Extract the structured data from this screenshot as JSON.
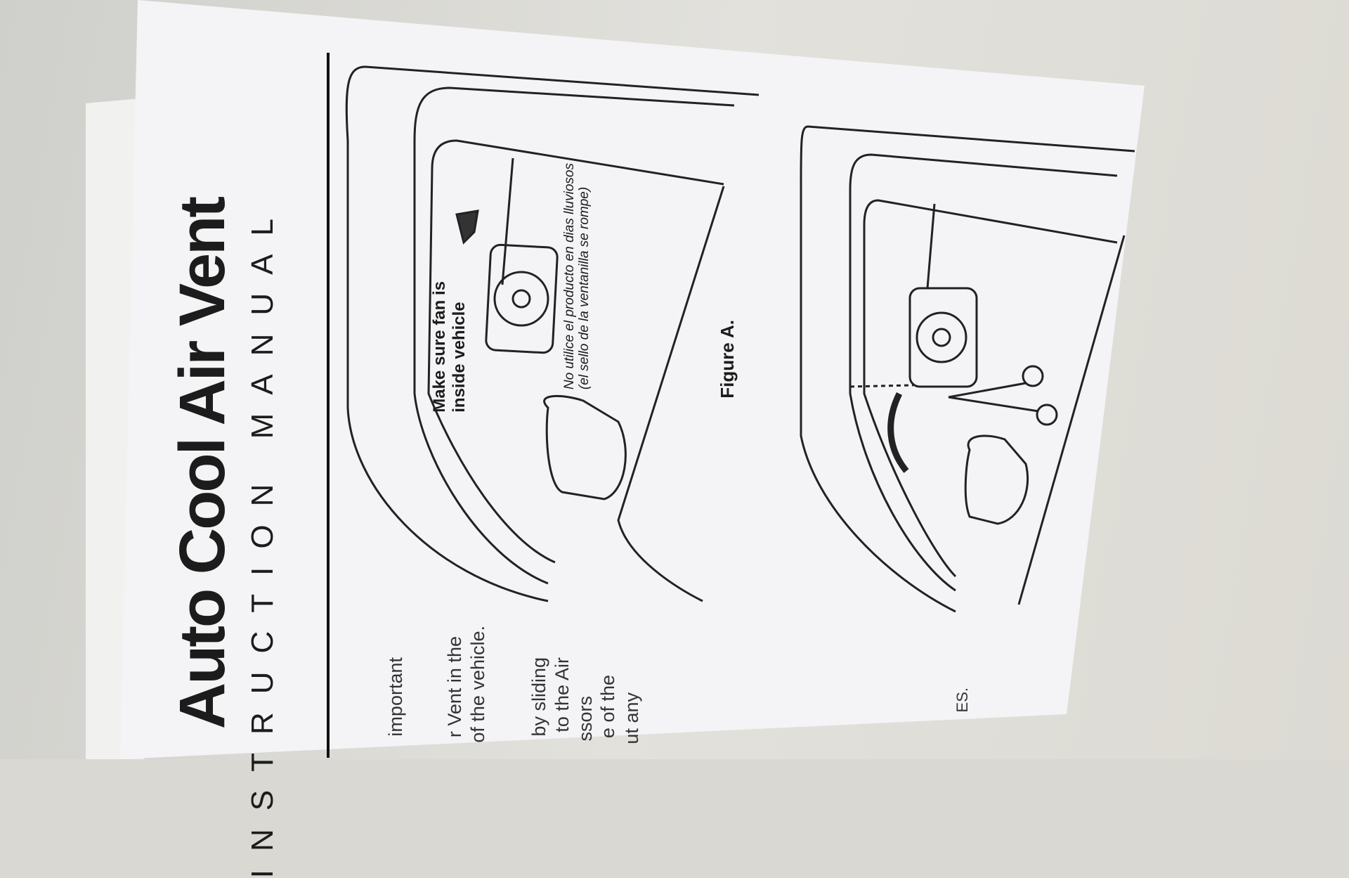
{
  "manual": {
    "title": "Auto Cool Air Vent",
    "subtitle": "INSTRUCTION MANUAL",
    "figure_a": {
      "callout": [
        "Make sure fan is",
        "inside vehicle"
      ],
      "note_es": [
        "No utilice el producto en dias lluviosos",
        "(el sello de la ventanilla se rompe)"
      ],
      "caption": "Figure A."
    },
    "text_fragments": [
      "important",
      "r Vent in the",
      "of the vehicle.",
      "by sliding",
      "to the Air",
      "ssors",
      "e of the",
      "ut any",
      "ES."
    ]
  }
}
